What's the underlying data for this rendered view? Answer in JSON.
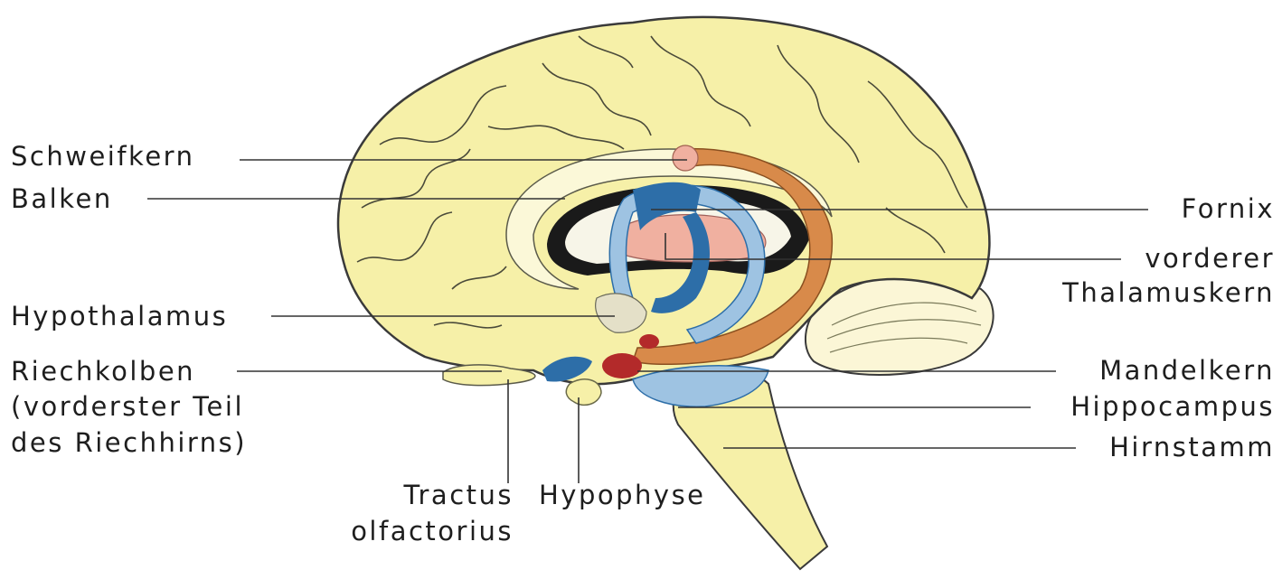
{
  "labels": {
    "schweifkern": "Schweifkern",
    "balken": "Balken",
    "hypothalamus": "Hypothalamus",
    "riechkolben_1": "Riechkolben",
    "riechkolben_2": "(vorderster Teil",
    "riechkolben_3": "des Riechhirns)",
    "tractus_1": "Tractus",
    "tractus_2": "olfactorius",
    "hypophyse": "Hypophyse",
    "fornix": "Fornix",
    "thalamus_1": "vorderer",
    "thalamus_2": "Thalamuskern",
    "mandelkern": "Mandelkern",
    "hippocampus": "Hippocampus",
    "hirnstamm": "Hirnstamm"
  },
  "colors": {
    "cortex": "#f6f0a8",
    "cortex_outline": "#3a3a3a",
    "corpus_callosum": "#fbf8d8",
    "caudate": "#d88a4a",
    "fornix": "#2d6ea8",
    "hippocampus": "#9ec3e2",
    "amygdala": "#b32a2a",
    "thalamus_nucleus": "#f0b0a0",
    "ventricle": "#1a1a1a"
  }
}
